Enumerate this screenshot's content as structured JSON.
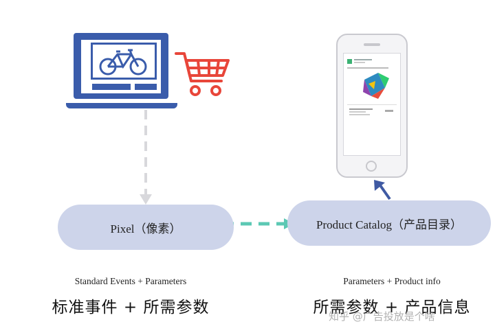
{
  "nodes": {
    "pixel": {
      "label": "Pixel（像素）"
    },
    "catalog": {
      "label": "Product Catalog（产品目录）"
    }
  },
  "captions": {
    "left": {
      "en": "Standard Events + Parameters",
      "cn": "标准事件 + 所需参数"
    },
    "right": {
      "en": "Parameters + Product info",
      "cn": "所需参数 + 产品信息"
    }
  },
  "watermark": "知乎 @广告投放是个啥",
  "colors": {
    "laptop_blue": "#3a5cab",
    "cart_red": "#e8463a",
    "pill_fill": "#cdd4ea",
    "teal_arrow": "#5cc8b4",
    "gray_arrow": "#d8d8dc",
    "dark_blue_arrow": "#3f5aa3"
  },
  "icons": [
    "laptop-icon",
    "bicycle-icon",
    "shopping-cart-icon",
    "smartphone-icon"
  ]
}
